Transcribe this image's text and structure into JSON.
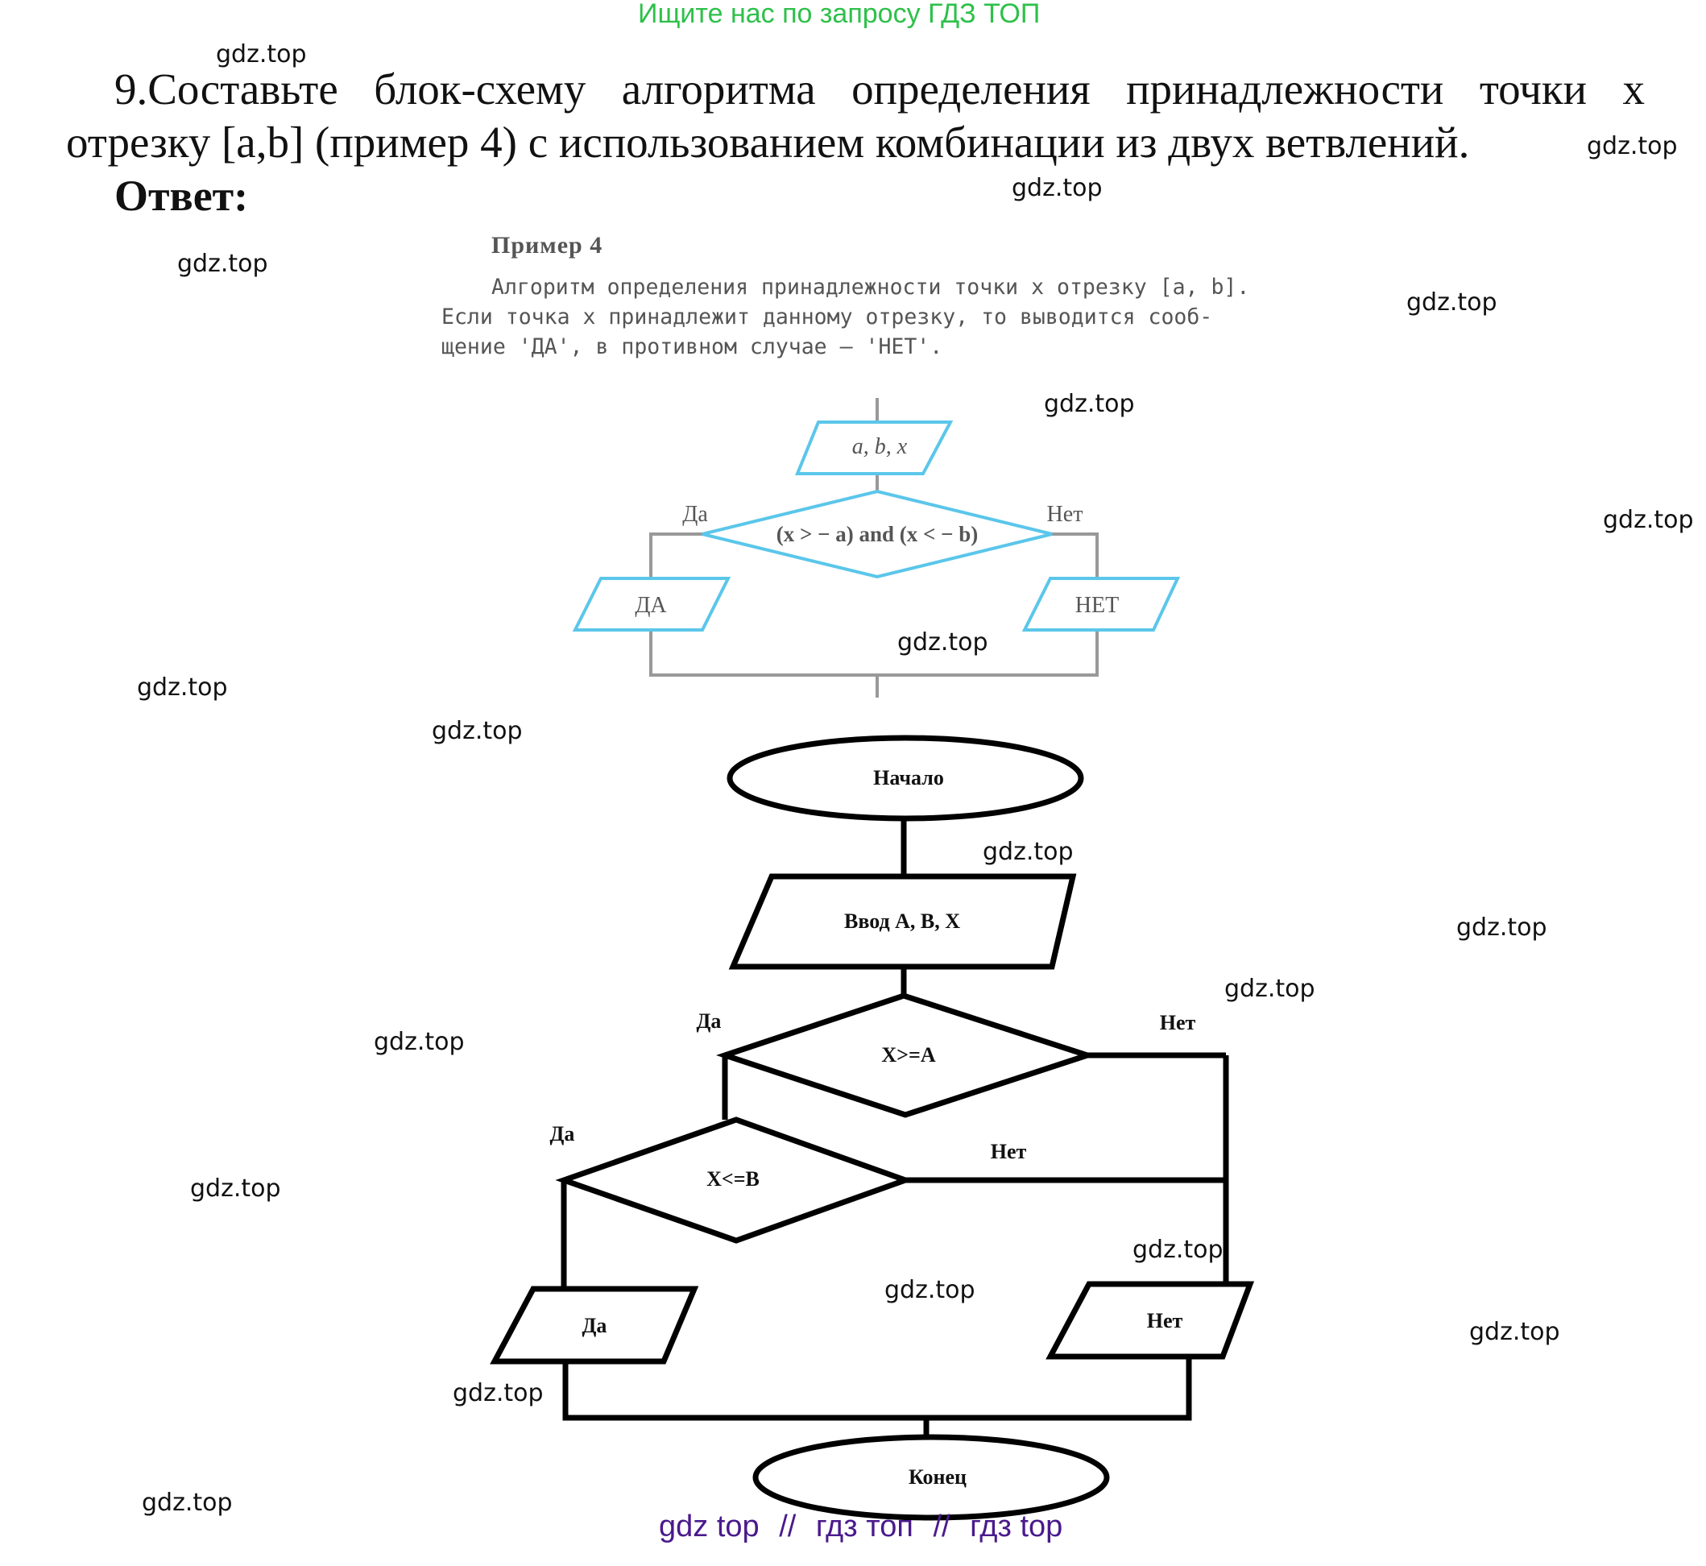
{
  "header": {
    "banner": "Ищите нас по запросу ГДЗ ТОП",
    "banner_color": "#2ec04a"
  },
  "task": {
    "line1": "9.Составьте блок-схему алгоритма определения принадлежности точки x",
    "line2": "отрезку [a,b] (пример 4) с использованием комбинации из двух ветвлений.",
    "answer_label": "Ответ:"
  },
  "example": {
    "title": "Пример 4",
    "text_line1": "Алгоритм определения принадлежности точки x отрезку [a, b].",
    "text_line2": "Если точка x принадлежит данному отрезку, то выводится сооб-",
    "text_line3": "щение 'ДА', в противном случае — 'НЕТ'.",
    "flow": {
      "input": "a, b, x",
      "condition": "(x > − a) and (x < − b)",
      "yes_label": "Да",
      "no_label": "Нет",
      "yes_output": "ДА",
      "no_output": "НЕТ",
      "color": "#5bc6ea"
    }
  },
  "answer_flow": {
    "start": "Начало",
    "input": "Ввод A, B, X",
    "cond1": "X>=A",
    "cond2": "X<=B",
    "yes": "Да",
    "no": "Нет",
    "out_yes": "Да",
    "out_no": "Нет",
    "end": "Конец"
  },
  "watermark": "gdz.top",
  "footer": {
    "part1": "gdz top",
    "sep": "//",
    "part2": "гдз топ",
    "part3": "гдз top",
    "color": "#4a1a8c"
  }
}
